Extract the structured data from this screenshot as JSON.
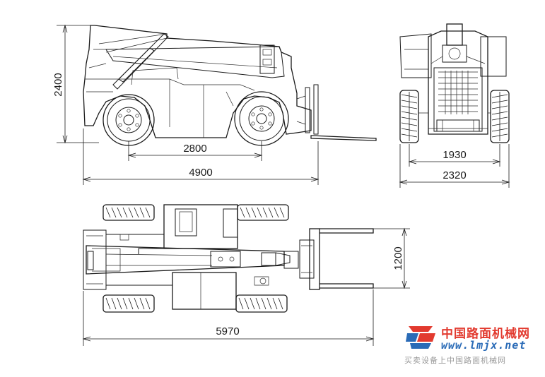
{
  "dimensions": {
    "height": "2400",
    "wheelbase": "2800",
    "length_side": "4900",
    "track": "1930",
    "width": "2320",
    "fork_width": "1200",
    "length_top": "5970"
  },
  "watermark": {
    "brand_cn": "中国路面机械网",
    "url": "www.lmjx.net",
    "slogan": "买卖设备上中国路面机械网"
  },
  "colors": {
    "line": "#1a1a1a",
    "brand_red": "#e23a2f",
    "brand_blue": "#2a6bb7"
  },
  "icons": [
    "lmjx-logo-icon"
  ]
}
